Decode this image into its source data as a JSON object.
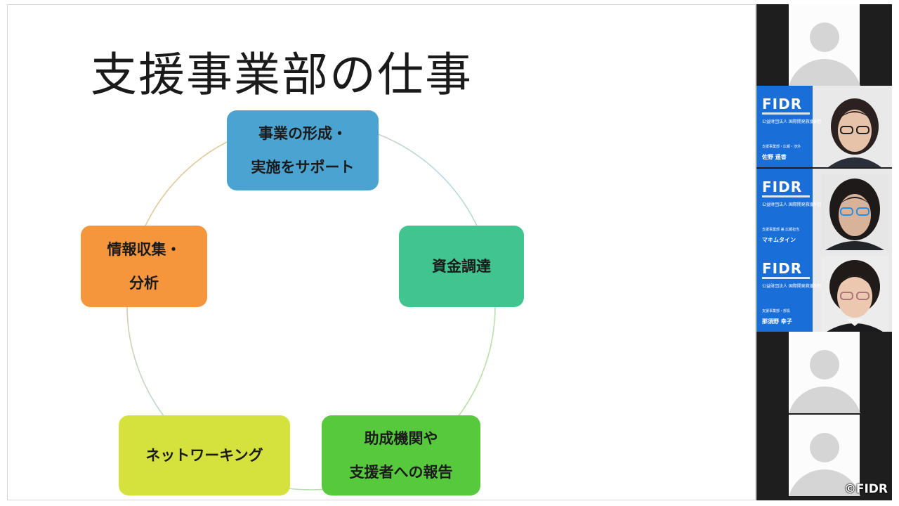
{
  "slide": {
    "title": "支援事業部の仕事",
    "nodes": [
      {
        "id": "project",
        "lines": [
          "事業の形成・",
          "実施をサポート"
        ],
        "color": "#4aa3d0"
      },
      {
        "id": "funding",
        "lines": [
          "資金調達"
        ],
        "color": "#41c48f"
      },
      {
        "id": "report",
        "lines": [
          "助成機関や",
          "支援者への報告"
        ],
        "color": "#57c93d"
      },
      {
        "id": "networking",
        "lines": [
          "ネットワーキング"
        ],
        "color": "#d5e23e"
      },
      {
        "id": "info",
        "lines": [
          "情報収集・",
          "分析"
        ],
        "color": "#f5953c"
      }
    ]
  },
  "participants": [
    {
      "type": "empty"
    },
    {
      "type": "person",
      "logo": "FIDR",
      "org": "公益財団法人 国際開発救援財団",
      "role": "支援事業部・広報・渉外",
      "name": "佐野 遥香"
    },
    {
      "type": "person",
      "logo": "FIDR",
      "org": "公益財団法人 国際開発救援財団",
      "role": "支援事業部 兼 広報担当",
      "name": "マキムタイン"
    },
    {
      "type": "person",
      "logo": "FIDR",
      "org": "公益財団法人 国際開発救援財団",
      "role": "支援事業部・部長",
      "name": "那須野 幸子"
    },
    {
      "type": "empty"
    },
    {
      "type": "empty"
    }
  ],
  "watermark": "©FIDR",
  "colors": {
    "fidr_blue": "#1a6ed8",
    "panel_bg": "#1e1e1e"
  }
}
